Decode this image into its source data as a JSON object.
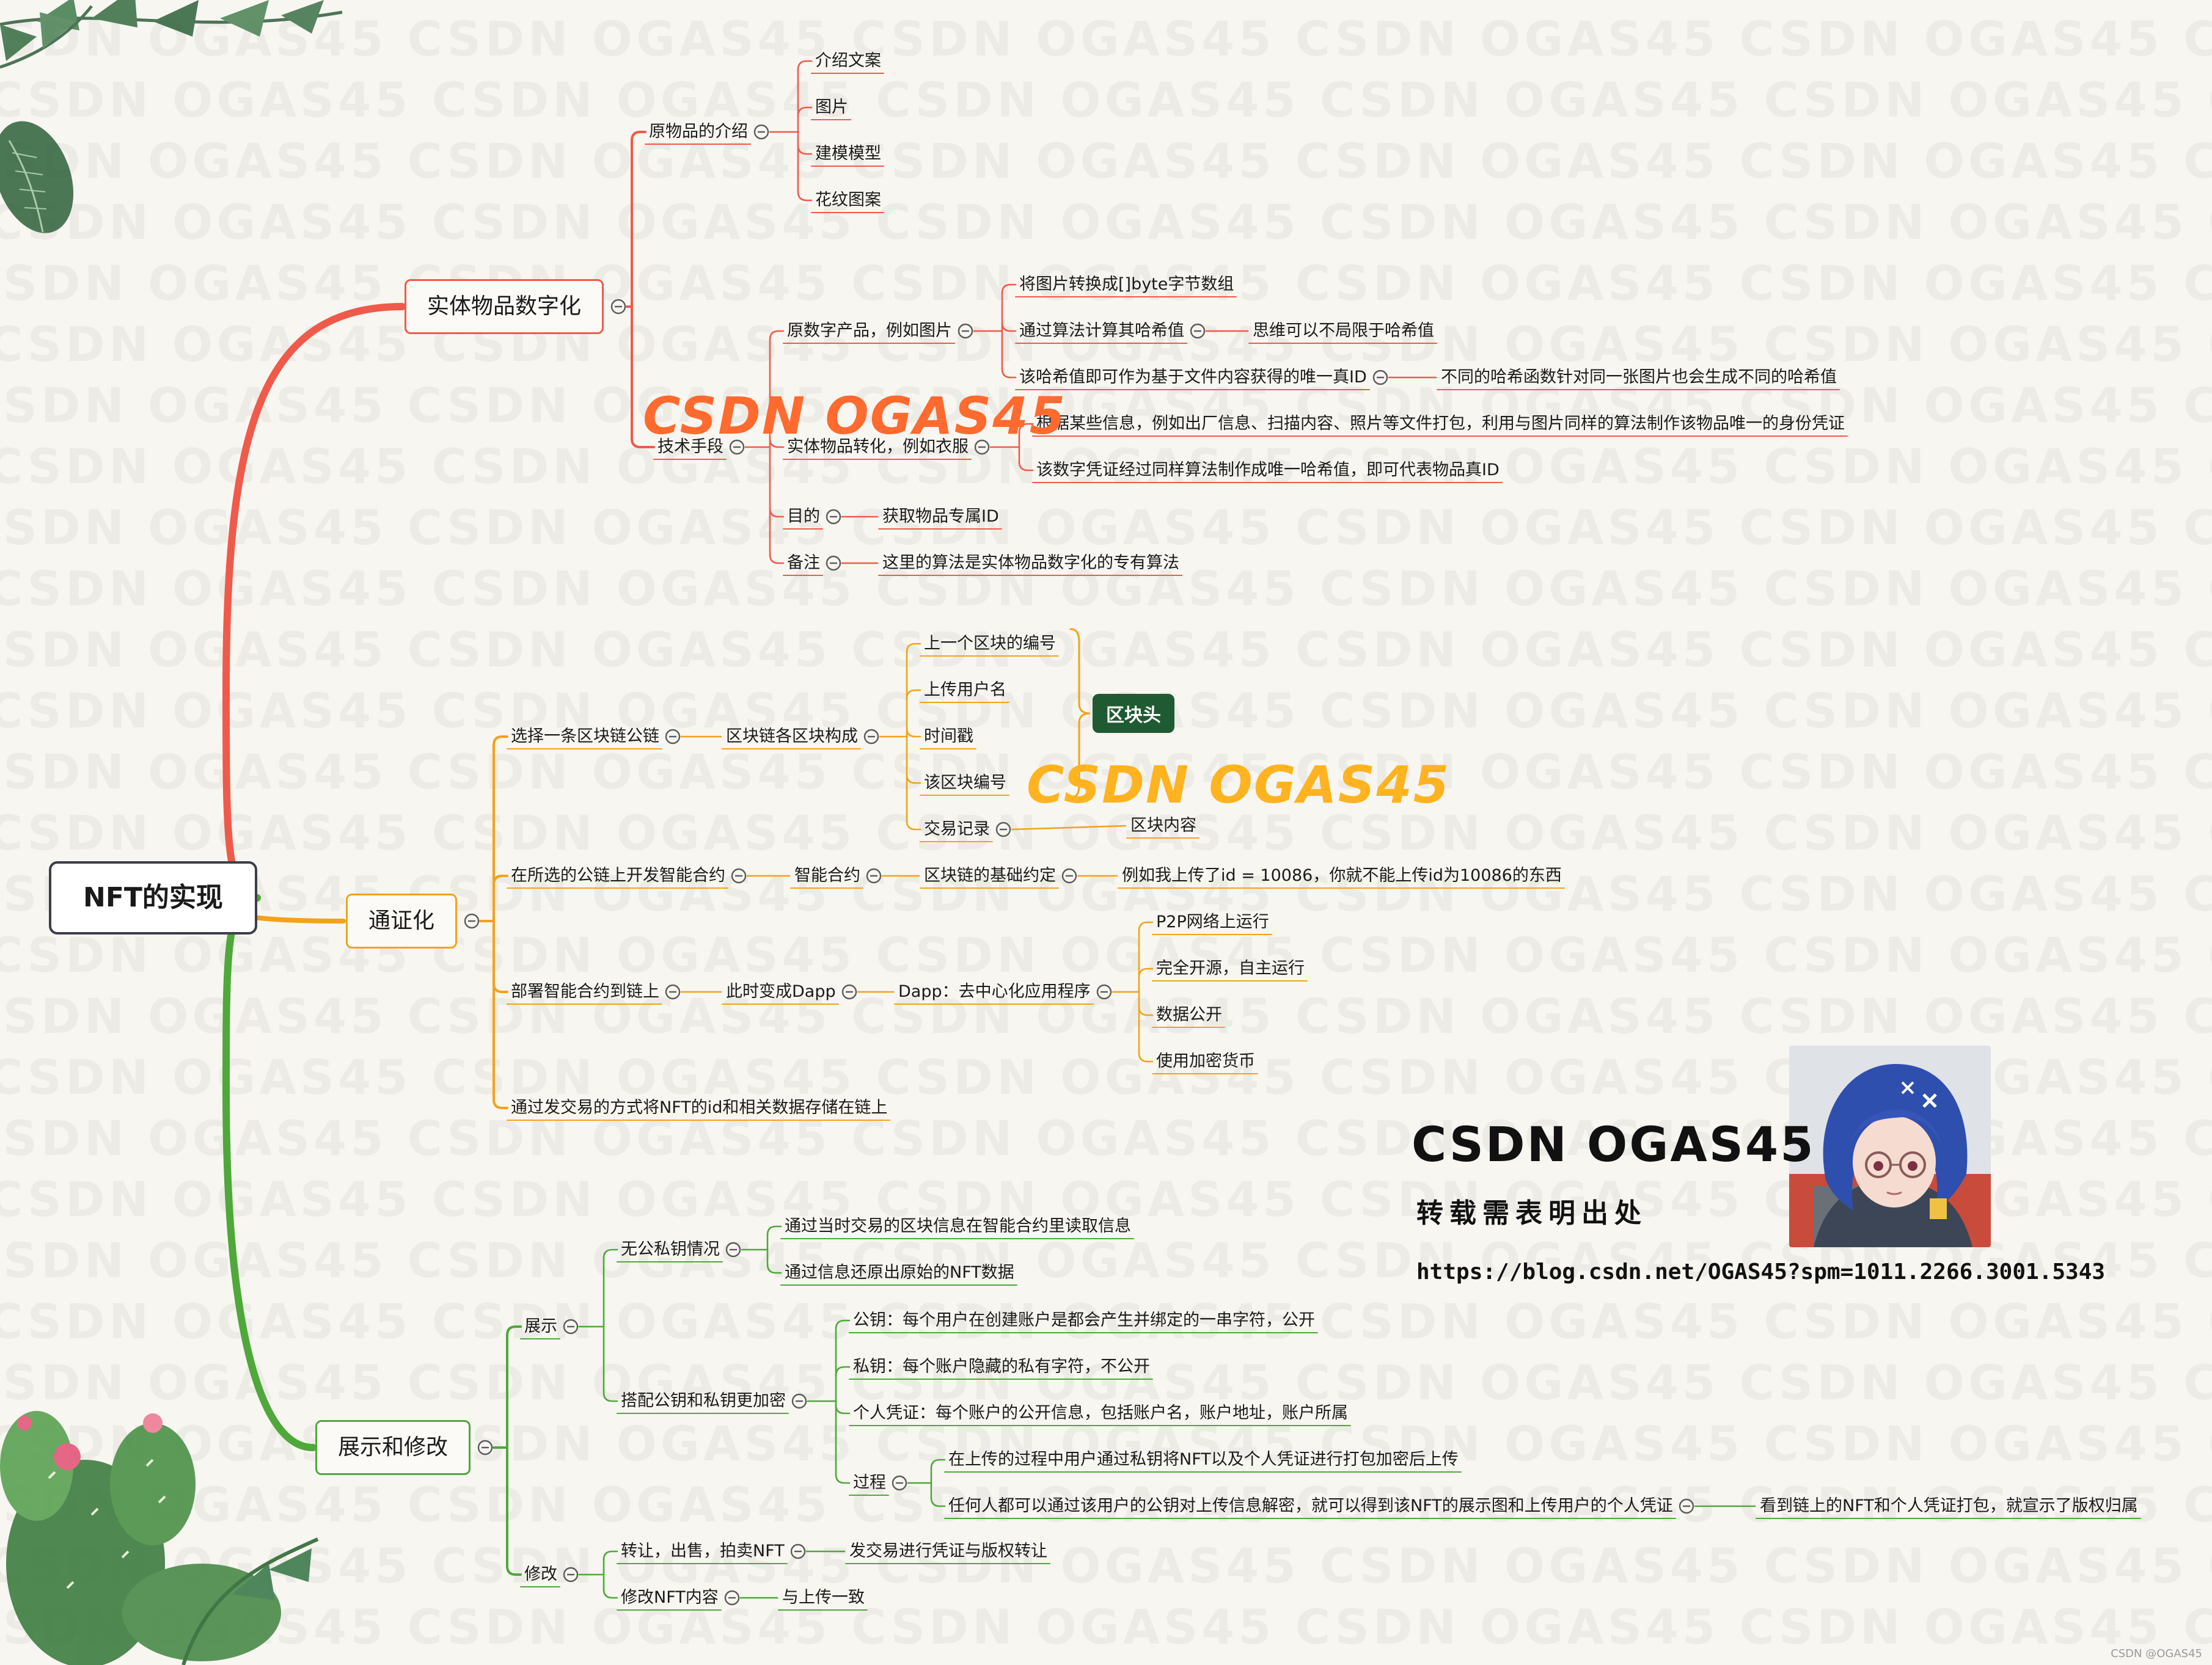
{
  "colors": {
    "red": "#f05a4a",
    "orange": "#f3a21a",
    "green": "#4fa83a",
    "root_border": "#3c3f4a",
    "tag_bg": "#1f5a32",
    "wm_orange": "#ff6a2e",
    "wm_yellow": "#ffb320"
  },
  "mindmap": {
    "root": "NFT的实现",
    "branches": [
      {
        "id": "b1",
        "label": "实体物品数字化",
        "children": [
          {
            "id": "n11",
            "label": "原物品的介绍",
            "children": [
              {
                "id": "n111",
                "label": "介绍文案"
              },
              {
                "id": "n112",
                "label": "图片"
              },
              {
                "id": "n113",
                "label": "建模模型"
              },
              {
                "id": "n114",
                "label": "花纹图案"
              }
            ]
          },
          {
            "id": "n12",
            "label": "技术手段",
            "children": [
              {
                "id": "n121",
                "label": "原数字产品，例如图片",
                "children": [
                  {
                    "id": "n1211",
                    "label": "将图片转换成[]byte字节数组"
                  },
                  {
                    "id": "n1212",
                    "label": "通过算法计算其哈希值",
                    "children": [
                      {
                        "id": "n12121",
                        "label": "思维可以不局限于哈希值"
                      }
                    ]
                  },
                  {
                    "id": "n1213",
                    "label": "该哈希值即可作为基于文件内容获得的唯一真ID",
                    "children": [
                      {
                        "id": "n12131",
                        "label": "不同的哈希函数针对同一张图片也会生成不同的哈希值"
                      }
                    ]
                  }
                ]
              },
              {
                "id": "n122",
                "label": "实体物品转化，例如衣服",
                "children": [
                  {
                    "id": "n1221",
                    "label": "根据某些信息，例如出厂信息、扫描内容、照片等文件打包，利用与图片同样的算法制作该物品唯一的身份凭证"
                  },
                  {
                    "id": "n1222",
                    "label": "该数字凭证经过同样算法制作成唯一哈希值，即可代表物品真ID"
                  }
                ]
              },
              {
                "id": "n123",
                "label": "目的",
                "children": [
                  {
                    "id": "n1231",
                    "label": "获取物品专属ID"
                  }
                ]
              },
              {
                "id": "n124",
                "label": "备注",
                "children": [
                  {
                    "id": "n1241",
                    "label": "这里的算法是实体物品数字化的专有算法"
                  }
                ]
              }
            ]
          }
        ]
      },
      {
        "id": "b2",
        "label": "通证化",
        "children": [
          {
            "id": "n21",
            "label": "选择一条区块链公链",
            "children": [
              {
                "id": "n211",
                "label": "区块链各区块构成",
                "children": [
                  {
                    "id": "n2111",
                    "label": "上一个区块的编号"
                  },
                  {
                    "id": "n2112",
                    "label": "上传用户名"
                  },
                  {
                    "id": "n2113",
                    "label": "时间戳"
                  },
                  {
                    "id": "n2114",
                    "label": "该区块编号"
                  },
                  {
                    "id": "n2115",
                    "label": "交易记录",
                    "children": [
                      {
                        "id": "n21151",
                        "label": "区块内容"
                      }
                    ]
                  }
                ]
              }
            ]
          },
          {
            "id": "n22",
            "label": "在所选的公链上开发智能合约",
            "children": [
              {
                "id": "n221",
                "label": "智能合约",
                "children": [
                  {
                    "id": "n2211",
                    "label": "区块链的基础约定",
                    "children": [
                      {
                        "id": "n22111",
                        "label": "例如我上传了id = 10086，你就不能上传id为10086的东西"
                      }
                    ]
                  }
                ]
              }
            ]
          },
          {
            "id": "n23",
            "label": "部署智能合约到链上",
            "children": [
              {
                "id": "n231",
                "label": "此时变成Dapp",
                "children": [
                  {
                    "id": "n2311",
                    "label": "Dapp：去中心化应用程序",
                    "children": [
                      {
                        "id": "n23111",
                        "label": "P2P网络上运行"
                      },
                      {
                        "id": "n23112",
                        "label": "完全开源，自主运行"
                      },
                      {
                        "id": "n23113",
                        "label": "数据公开"
                      },
                      {
                        "id": "n23114",
                        "label": "使用加密货币"
                      }
                    ]
                  }
                ]
              }
            ]
          },
          {
            "id": "n24",
            "label": "通过发交易的方式将NFT的id和相关数据存储在链上"
          }
        ]
      },
      {
        "id": "b3",
        "label": "展示和修改",
        "children": [
          {
            "id": "n31",
            "label": "展示",
            "children": [
              {
                "id": "n311",
                "label": "无公私钥情况",
                "children": [
                  {
                    "id": "n3111",
                    "label": "通过当时交易的区块信息在智能合约里读取信息"
                  },
                  {
                    "id": "n3112",
                    "label": "通过信息还原出原始的NFT数据"
                  }
                ]
              },
              {
                "id": "n312",
                "label": "搭配公钥和私钥更加密",
                "children": [
                  {
                    "id": "n3121",
                    "label": "公钥：每个用户在创建账户是都会产生并绑定的一串字符，公开"
                  },
                  {
                    "id": "n3122",
                    "label": "私钥：每个账户隐藏的私有字符，不公开"
                  },
                  {
                    "id": "n3123",
                    "label": "个人凭证：每个账户的公开信息，包括账户名，账户地址，账户所属"
                  },
                  {
                    "id": "n3124",
                    "label": "过程",
                    "children": [
                      {
                        "id": "n31241",
                        "label": "在上传的过程中用户通过私钥将NFT以及个人凭证进行打包加密后上传"
                      },
                      {
                        "id": "n31242",
                        "label": "任何人都可以通过该用户的公钥对上传信息解密，就可以得到该NFT的展示图和上传用户的个人凭证",
                        "children": [
                          {
                            "id": "n312421",
                            "label": "看到链上的NFT和个人凭证打包，就宣示了版权归属"
                          }
                        ]
                      }
                    ]
                  }
                ]
              }
            ]
          },
          {
            "id": "n32",
            "label": "修改",
            "children": [
              {
                "id": "n321",
                "label": "转让，出售，拍卖NFT",
                "children": [
                  {
                    "id": "n3211",
                    "label": "发交易进行凭证与版权转让"
                  }
                ]
              },
              {
                "id": "n322",
                "label": "修改NFT内容",
                "children": [
                  {
                    "id": "n3221",
                    "label": "与上传一致"
                  }
                ]
              }
            ]
          }
        ]
      }
    ],
    "summary_tag": "区块头"
  },
  "watermark": {
    "text": "CSDN OGAS45",
    "credit_title": "CSDN OGAS45",
    "credit_subtitle": "转载需表明出处",
    "credit_url": "https://blog.csdn.net/OGAS45?spm=1011.2266.3001.5343",
    "corner": "CSDN @OGAS45"
  },
  "icons": {
    "collapse": "minus-circle-icon",
    "leaves": "leaf-decoration-icon",
    "cactus": "cactus-decoration-icon",
    "avatar": "anime-avatar-illustration"
  }
}
